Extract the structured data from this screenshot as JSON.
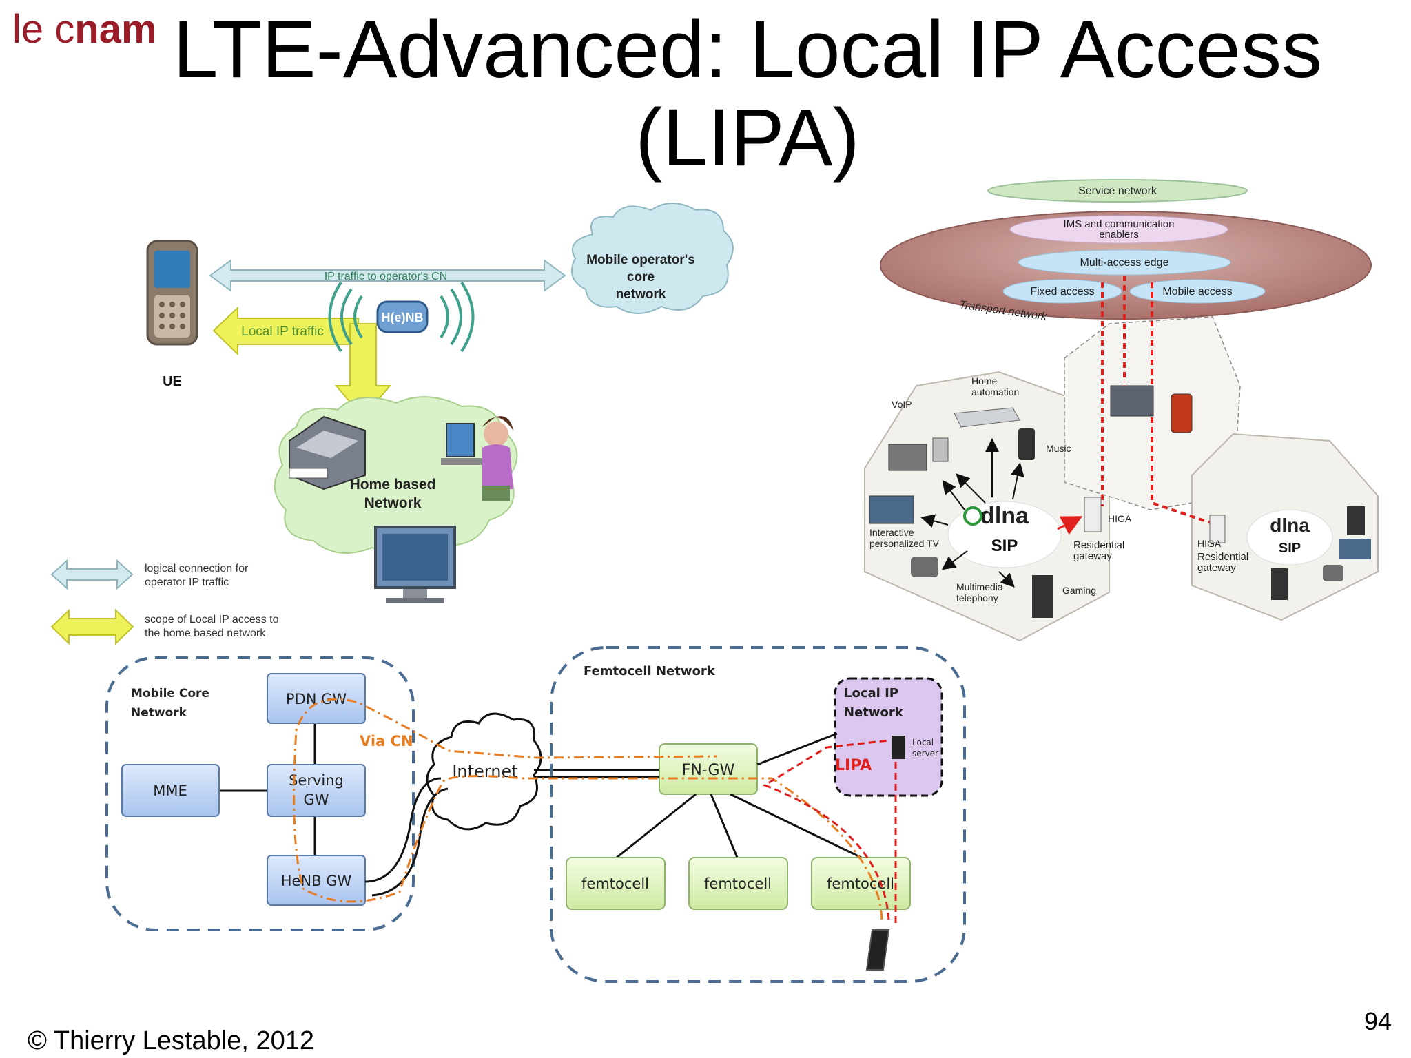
{
  "header": {
    "logo_le": "le c",
    "logo_nam": "nam",
    "title_line1": "LTE-Advanced: Local IP Access",
    "title_line2": "(LIPA)"
  },
  "diagram1": {
    "ip_traffic_label": "IP traffic to operator's CN",
    "local_ip_label": "Local IP traffic",
    "henb_label": "H(e)NB",
    "core_line1": "Mobile operator's",
    "core_line2": "core",
    "core_line3": "network",
    "ue_label": "UE",
    "home_line1": "Home based",
    "home_line2": "Network",
    "legend1_line1": "logical connection for",
    "legend1_line2": "operator IP traffic",
    "legend2_line1": "scope of Local IP access to",
    "legend2_line2": "the home based network"
  },
  "diagram2": {
    "service_network": "Service network",
    "ims_line1": "IMS and communication",
    "ims_line2": "enablers",
    "multi_access": "Multi-access edge",
    "fixed_access": "Fixed access",
    "mobile_access": "Mobile access",
    "transport_network": "Transport network",
    "home_automation_1": "Home",
    "home_automation_2": "automation",
    "voip": "VoIP",
    "music": "Music",
    "dlna": "dlna",
    "sip": "SIP",
    "higa": "HIGA",
    "residential_1": "Residential",
    "residential_2": "gateway",
    "interactive_1": "Interactive",
    "interactive_2": "personalized TV",
    "multimedia_1": "Multimedia",
    "multimedia_2": "telephony",
    "gaming": "Gaming",
    "higa2": "HIGA",
    "residential2_1": "Residential",
    "residential2_2": "gateway",
    "dlna2": "dlna",
    "sip2": "SIP"
  },
  "diagram3": {
    "mobile_core_1": "Mobile Core",
    "mobile_core_2": "Network",
    "pdn_gw": "PDN GW",
    "serving_1": "Serving",
    "serving_2": "GW",
    "mme": "MME",
    "henb_gw": "HeNB GW",
    "via_cn": "Via CN",
    "internet": "Internet",
    "femtocell_network": "Femtocell Network",
    "fn_gw": "FN-GW",
    "local_ip_1": "Local IP",
    "local_ip_2": "Network",
    "local_server_1": "Local",
    "local_server_2": "server",
    "lipa": "LIPA",
    "femtocells": [
      "femtocell",
      "femtocell",
      "femtocell"
    ]
  },
  "footer": {
    "copyright": "© Thierry Lestable, 2012",
    "page_number": "94"
  },
  "colors": {
    "logo": "#9a1c28",
    "cloud_fill": "#cde8ee",
    "box_blue": "#c5d9f5",
    "box_green": "#e3f5c4",
    "red_path": "#e0201c",
    "orange_path": "#e67d22",
    "dashed_border": "#4a6b92"
  }
}
